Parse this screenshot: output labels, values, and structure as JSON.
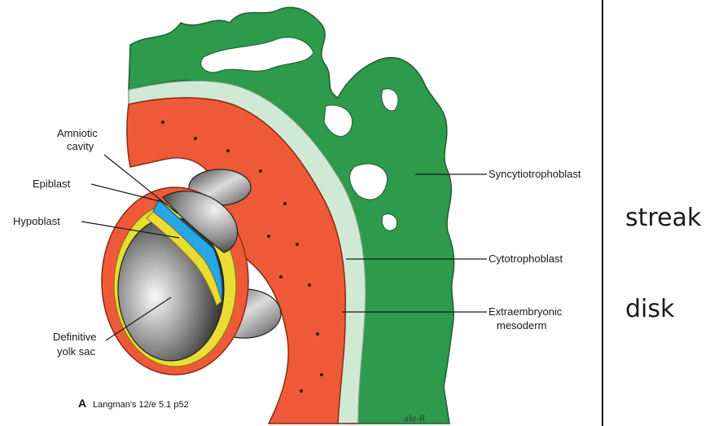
{
  "labels": {
    "amniotic_cavity_line1": "Amniotic",
    "amniotic_cavity_line2": "cavity",
    "epiblast": "Epiblast",
    "hypoblast": "Hypoblast",
    "definitive_yolk_sac_line1": "Definitive",
    "definitive_yolk_sac_line2": "yolk sac",
    "syncytiotrophoblast": "Syncytiotrophoblast",
    "cytotrophoblast": "Cytotrophoblast",
    "extraembryonic_mesoderm_line1": "Extraembryonic",
    "extraembryonic_mesoderm_line2": "mesoderm"
  },
  "caption": {
    "letter": "A",
    "source": "Langman's 12/e 5.1 p52"
  },
  "artist_signature": "ala-R",
  "side_text": {
    "word1": "streak",
    "word2": "disk"
  },
  "colors": {
    "syncytiotrophoblast": "#2e9a4c",
    "cytotrophoblast": "#cfe9d4",
    "extraembryonic_mesoderm": "#ee5a37",
    "epiblast": "#27a8e6",
    "hypoblast": "#e8dc35",
    "yolk_sac_interior": "#7a7a7a",
    "divider": "#111111"
  }
}
